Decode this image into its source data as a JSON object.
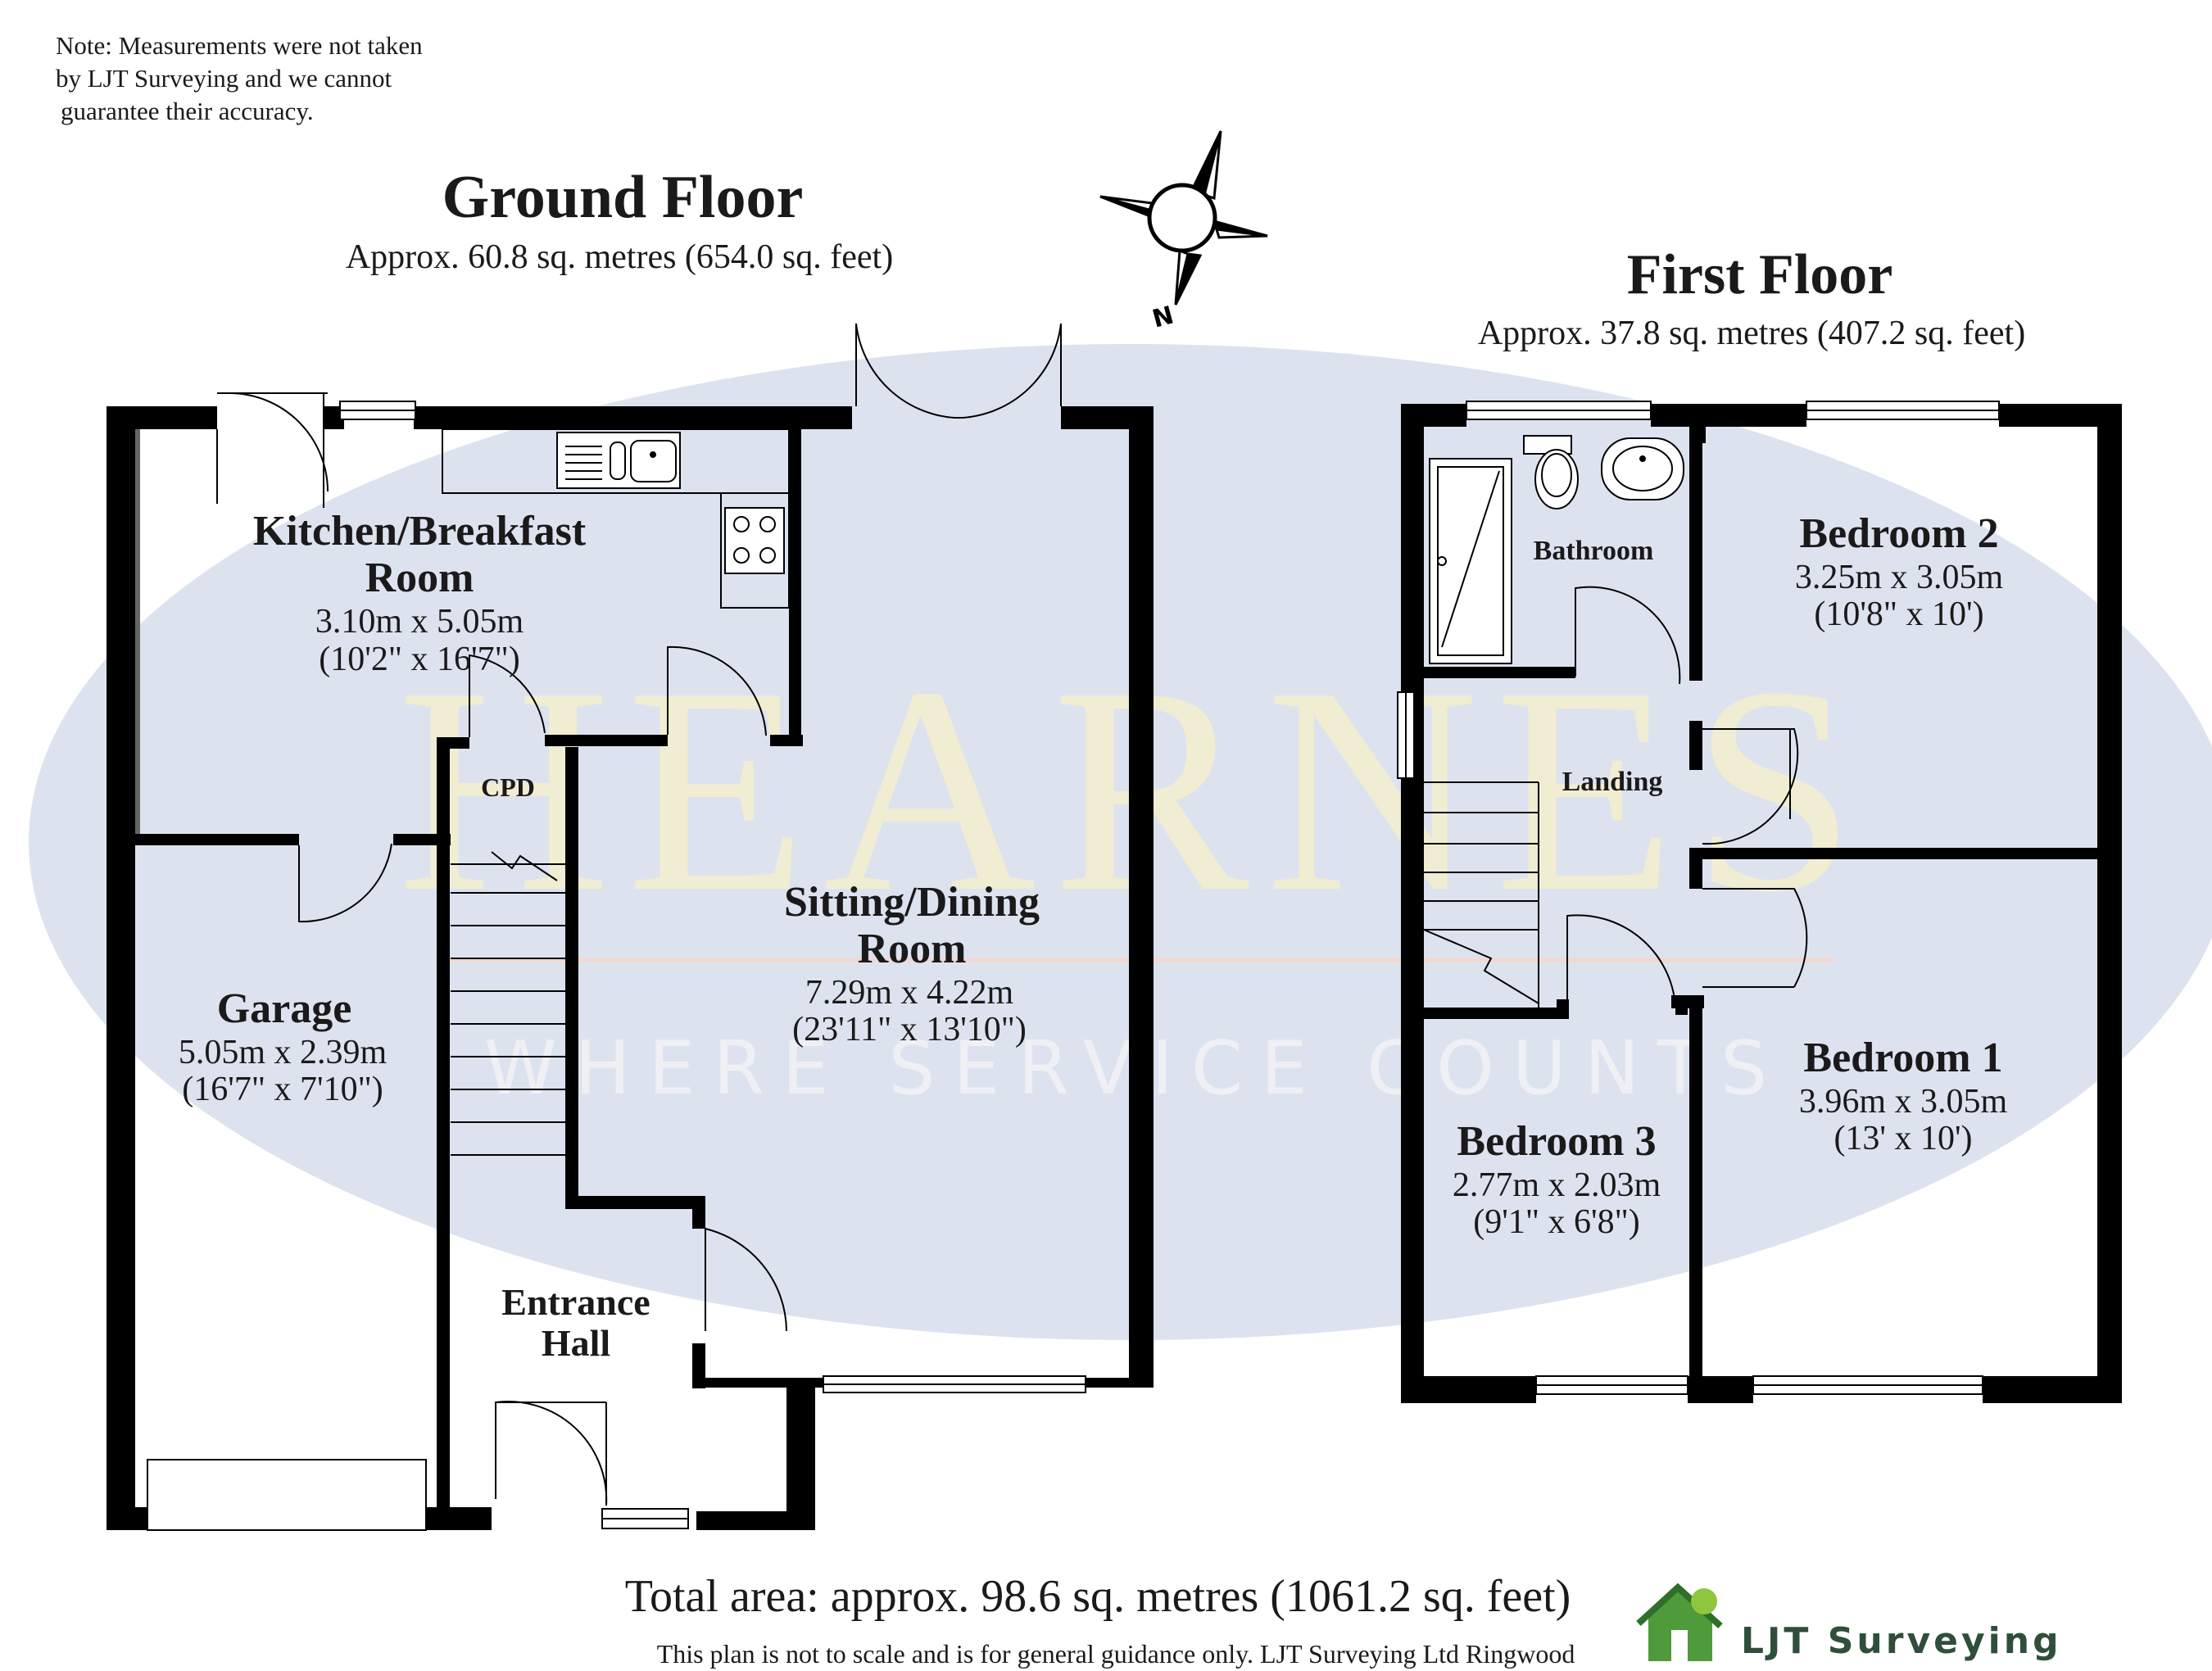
{
  "note": {
    "line1": "Note: Measurements were not taken",
    "line2": "by LJT Surveying and we cannot",
    "line3": "guarantee their accuracy."
  },
  "ground_floor": {
    "title": "Ground Floor",
    "area": "Approx. 60.8 sq. metres (654.0 sq. feet)",
    "rooms": {
      "kitchen": {
        "name1": "Kitchen/Breakfast",
        "name2": "Room",
        "metric": "3.10m x 5.05m",
        "imperial": "(10'2\" x 16'7\")"
      },
      "cpd": {
        "name1": "CPD"
      },
      "sitting": {
        "name1": "Sitting/Dining",
        "name2": "Room",
        "metric": "7.29m x 4.22m",
        "imperial": "(23'11\" x 13'10\")"
      },
      "garage": {
        "name1": "Garage",
        "metric": "5.05m x 2.39m",
        "imperial": "(16'7\" x 7'10\")"
      },
      "hall": {
        "name1": "Entrance",
        "name2": "Hall"
      }
    }
  },
  "first_floor": {
    "title": "First Floor",
    "area": "Approx. 37.8 sq. metres (407.2 sq. feet)",
    "rooms": {
      "bathroom": {
        "name1": "Bathroom"
      },
      "bedroom2": {
        "name1": "Bedroom 2",
        "metric": "3.25m x 3.05m",
        "imperial": "(10'8\" x 10')"
      },
      "landing": {
        "name1": "Landing"
      },
      "bedroom1": {
        "name1": "Bedroom 1",
        "metric": "3.96m x 3.05m",
        "imperial": "(13' x 10')"
      },
      "bedroom3": {
        "name1": "Bedroom 3",
        "metric": "2.77m x 2.03m",
        "imperial": "(9'1\" x 6'8\")"
      }
    }
  },
  "compass": {
    "label": "N"
  },
  "watermark": {
    "brand": "HEARNES",
    "tagline": "WHERE SERVICE COUNTS"
  },
  "footer": {
    "total": "Total area: approx. 98.6 sq. metres (1061.2 sq. feet)",
    "disclaimer": "This plan is not to scale and is for general guidance only. LJT Surveying Ltd Ringwood",
    "logo": "LJT Surveying"
  },
  "colors": {
    "wall": "#000000",
    "watermark_oval": "#dde3ee",
    "watermark_text": "#f4efcf",
    "logo_green": "#4f9a3a",
    "logo_text": "#2f4f3a"
  }
}
